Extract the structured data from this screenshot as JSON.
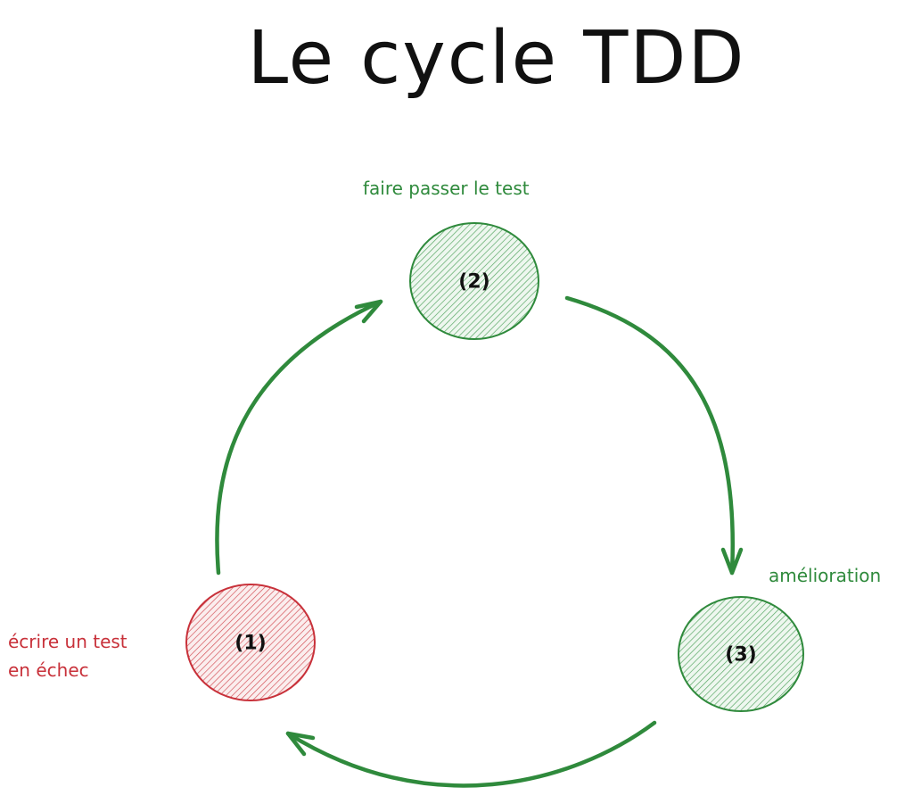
{
  "title": "Le cycle TDD",
  "colors": {
    "green_stroke": "#2f8a3c",
    "green_fill": "#6fb97a",
    "red_stroke": "#c8313a",
    "red_fill": "#e07a80",
    "text": "#111111"
  },
  "nodes": [
    {
      "id": "1",
      "label": "(1)",
      "caption": [
        "écrire un test",
        "en échec"
      ],
      "color": "red"
    },
    {
      "id": "2",
      "label": "(2)",
      "caption": [
        "faire passer le test"
      ],
      "color": "green"
    },
    {
      "id": "3",
      "label": "(3)",
      "caption": [
        "amélioration"
      ],
      "color": "green"
    }
  ],
  "edges": [
    {
      "from": "1",
      "to": "2"
    },
    {
      "from": "2",
      "to": "3"
    },
    {
      "from": "3",
      "to": "1"
    }
  ]
}
